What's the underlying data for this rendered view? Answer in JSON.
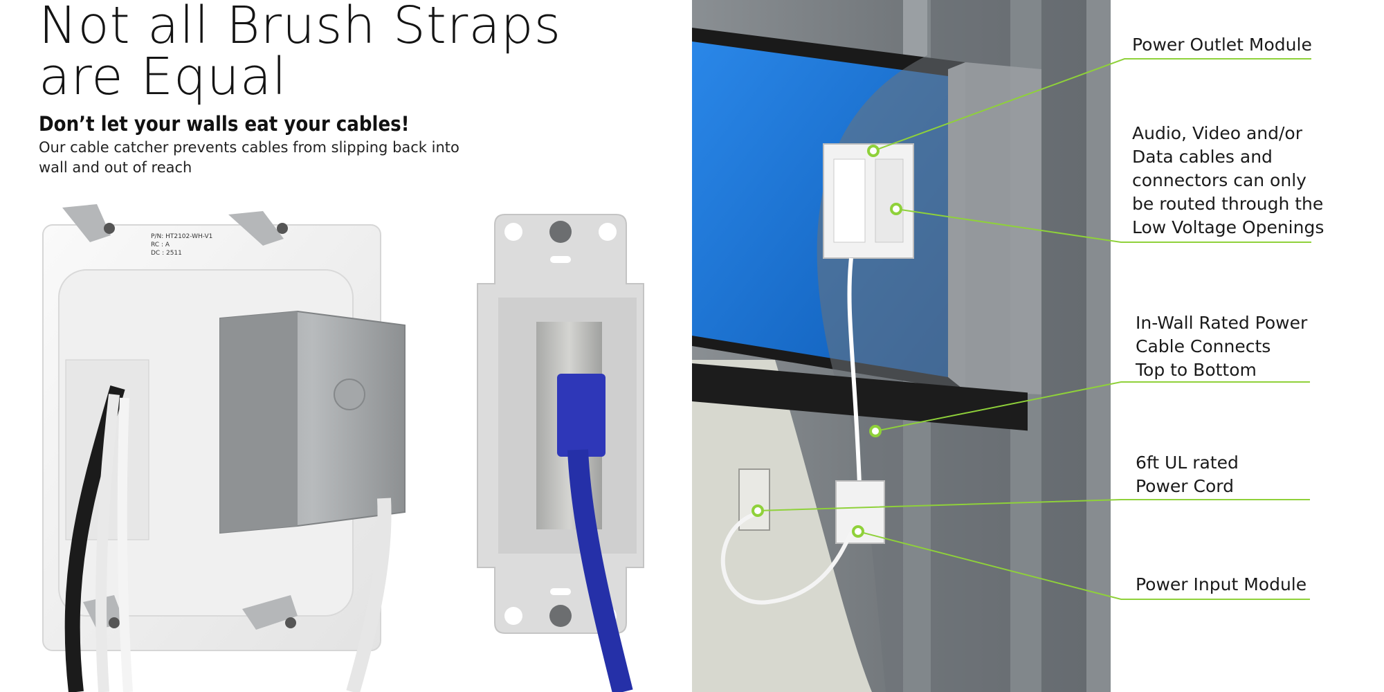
{
  "headline": {
    "line1": "Not all Brush Straps",
    "line2": "are Equal"
  },
  "subheadline": "Don’t let your walls eat your cables!",
  "subtext": "Our cable catcher prevents cables from slipping back into wall and out of reach",
  "product_label": {
    "pn": "P/N: HT2102-WH-V1",
    "rc": "RC : A",
    "dc": "DC : 2511"
  },
  "callouts": {
    "power_outlet_module": "Power Outlet Module",
    "low_voltage": [
      "Audio, Video and/or",
      "Data cables and",
      "connectors can only",
      "be routed through the",
      "Low Voltage Openings"
    ],
    "in_wall_cable": [
      "In-Wall Rated Power",
      "Cable Connects",
      "Top to Bottom"
    ],
    "power_cord": [
      "6ft UL rated",
      "Power Cord"
    ],
    "power_input_module": "Power Input Module"
  },
  "colors": {
    "accent_green": "#8fd13a",
    "screen_blue": "#1f7fe0",
    "wall_gray": "#6f7479",
    "plate_white": "#f2f2f2"
  }
}
